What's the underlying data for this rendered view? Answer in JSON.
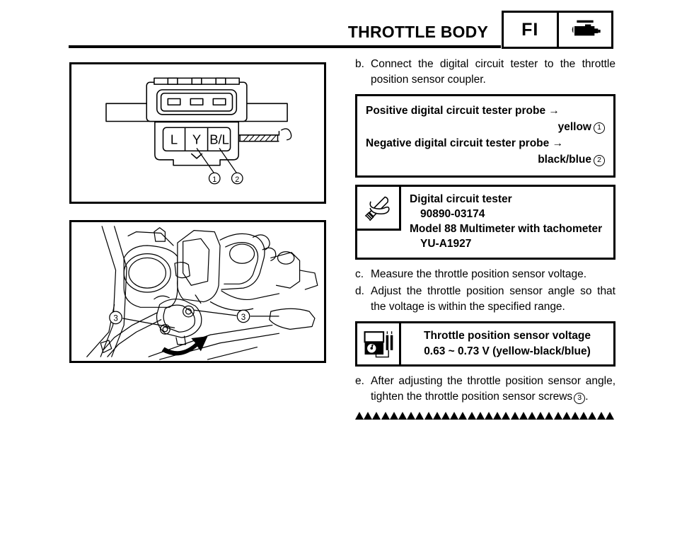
{
  "header": {
    "title": "THROTTLE BODY",
    "badge_fi": "FI",
    "badge_engine_icon": "engine-icon"
  },
  "figures": {
    "connector": {
      "name": "throttle-position-sensor-coupler-diagram",
      "terminals": [
        "L",
        "Y",
        "B/L"
      ],
      "callouts": [
        "1",
        "2"
      ]
    },
    "engine": {
      "name": "throttle-body-installation-illustration",
      "callouts": [
        "3",
        "3"
      ]
    }
  },
  "steps": {
    "b": {
      "label": "b.",
      "text": "Connect the digital circuit tester to the throttle position sensor coupler."
    },
    "c": {
      "label": "c.",
      "text": "Measure the throttle position sensor voltage."
    },
    "d": {
      "label": "d.",
      "text": "Adjust the throttle position sensor angle so that the voltage is within the specified range."
    },
    "e": {
      "label": "e.",
      "text_before": "After adjusting the throttle position sensor angle, tighten the throttle position sensor screws",
      "callout": "3",
      "text_after": "."
    }
  },
  "probe_box": {
    "positive_line": "Positive digital circuit tester probe →",
    "positive_value": "yellow",
    "positive_callout": "1",
    "negative_line": "Negative digital circuit tester probe →",
    "negative_value": "black/blue",
    "negative_callout": "2"
  },
  "tool_box": {
    "icon": "special-tool-icon",
    "name": "Digital circuit tester",
    "part_number": "90890-03174",
    "model": "Model 88 Multimeter with tachometer",
    "alt_number": "YU-A1927"
  },
  "voltage_box": {
    "icon": "multimeter-icon",
    "title": "Throttle position sensor voltage",
    "value": "0.63 ~ 0.73 V (yellow-black/blue)"
  },
  "divider": {
    "triangle_count": 30
  },
  "colors": {
    "ink": "#000000",
    "paper": "#ffffff"
  }
}
